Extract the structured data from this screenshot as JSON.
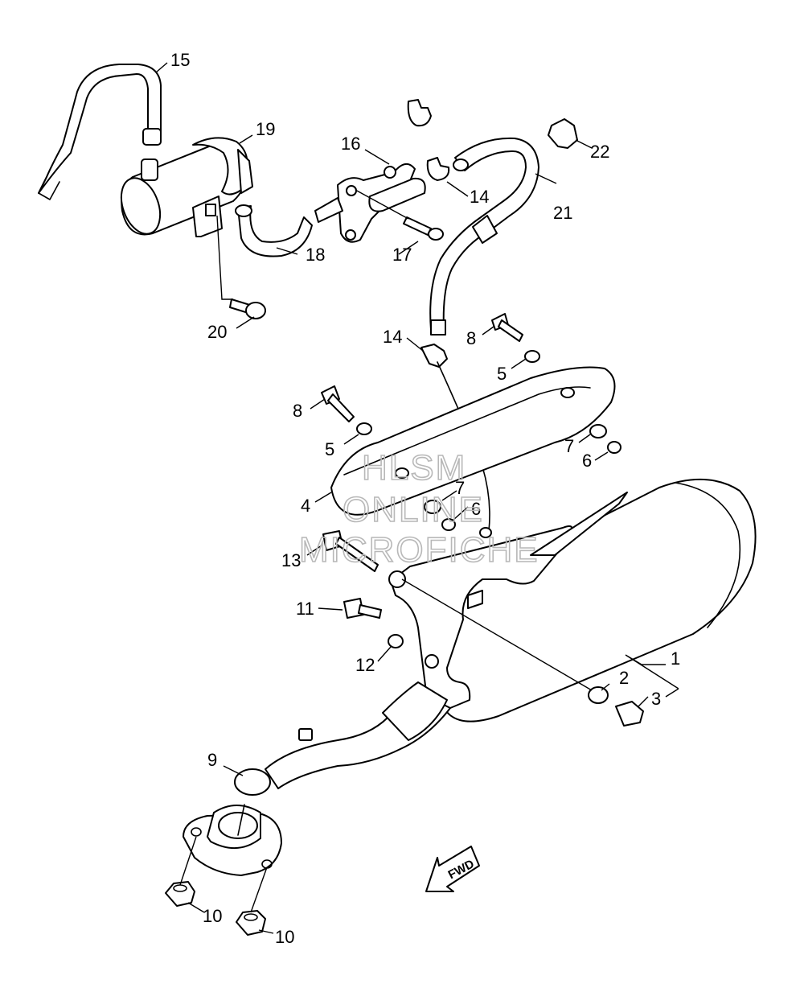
{
  "watermark": {
    "line1": "HLSM",
    "line2": "ONLINE",
    "line3": "MICROFICHE"
  },
  "direction_arrow": "FWD",
  "callouts": {
    "c1": "1",
    "c2": "2",
    "c3": "3",
    "c4": "4",
    "c5a": "5",
    "c5b": "5",
    "c6a": "6",
    "c6b": "6",
    "c7a": "7",
    "c7b": "7",
    "c8a": "8",
    "c8b": "8",
    "c9": "9",
    "c10a": "10",
    "c10b": "10",
    "c11": "11",
    "c12": "12",
    "c13": "13",
    "c14a": "14",
    "c14b": "14",
    "c15": "15",
    "c16": "16",
    "c17": "17",
    "c18": "18",
    "c19": "19",
    "c20": "20",
    "c21": "21",
    "c22": "22"
  },
  "colors": {
    "line": "#000000",
    "background": "#ffffff",
    "watermark": "#b8b8b8"
  }
}
